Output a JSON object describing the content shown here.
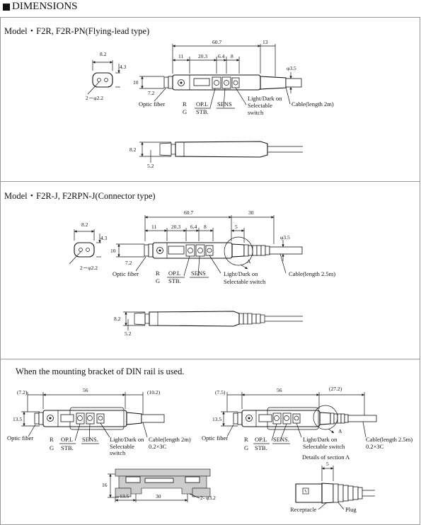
{
  "header": {
    "title": "DIMENSIONS"
  },
  "sec1": {
    "title": "Model・F2R, F2R-PN(Flying-lead type)",
    "dims": {
      "d60_7": "60.7",
      "d13": "13",
      "d11": "11",
      "d20_3": "20.3",
      "d6_4": "6.4",
      "d8": "8",
      "d8_2": "8.2",
      "d4_3": "4.3",
      "d10": "10",
      "d7_2": "7.2",
      "d2phi": "2－φ2.2",
      "dphi35": "φ3.5",
      "d8_2b": "8.2",
      "d5_2": "5.2"
    },
    "labels": {
      "optic": "Optic fiber",
      "r": "R",
      "g": "G",
      "op": "OP.L",
      "stb": "STB.",
      "sens": "SENS",
      "ld1": "Light/Dark on",
      "ld2": "Selectable",
      "ld3": "switch",
      "cable": "Cable(length 2m)"
    }
  },
  "sec2": {
    "title": "Model・F2R-J, F2RPN-J(Connector type)",
    "dims": {
      "d60_7": "60.7",
      "d30": "30",
      "d11": "11",
      "d20_3": "20.3",
      "d6_4": "6.4",
      "d8": "8",
      "d5": "5",
      "d8_2": "8.2",
      "d4_3": "4.3",
      "d10": "10",
      "d7_2": "7.2",
      "d2phi": "2－φ2.2",
      "dphi35": "φ3.5",
      "d8_2b": "8.2",
      "d5_2": "5.2",
      "a": "A"
    },
    "labels": {
      "optic": "Optic fiber",
      "r": "R",
      "g": "G",
      "op": "OP.L",
      "stb": "STB.",
      "sens": "SENS",
      "ld1": "Light/Dark on",
      "ld2": "Selectable switch",
      "cable": "Cable(length 2.5m)"
    }
  },
  "sec3": {
    "title": "When the mounting bracket of DIN rail is used.",
    "left": {
      "dims": {
        "d72": "(7.2)",
        "d56": "56",
        "d102": "(10.2)",
        "d135": "13.5"
      },
      "labels": {
        "optic": "Optic fiber",
        "r": "R",
        "g": "G",
        "op": "OP.L",
        "stb": "STB.",
        "sens": "SENS.",
        "ld1": "Light/Dark on",
        "ld2": "Selectable",
        "ld3": "switch",
        "cable1": "Cable(length 2m)",
        "cable2": "0.2×3C"
      }
    },
    "right": {
      "dims": {
        "d75": "(7.5)",
        "d56": "56",
        "d272": "(27.2)",
        "d135": "13.5",
        "a": "A"
      },
      "labels": {
        "optic": "Optic fiber",
        "r": "R",
        "g": "G",
        "op": "OP.L",
        "stb": "STB.",
        "sens": "SENS.",
        "ld1": "Light/Dark on",
        "ld2": "Selectable switch",
        "cable1": "Cable(length 2.5m)",
        "cable2": "0.2×3C"
      }
    },
    "bracket": {
      "d16": "16",
      "d135": "13.5",
      "d30": "30",
      "d2phi": "2- φ3.2"
    },
    "detail": {
      "title": "Details of section A",
      "d5": "5",
      "receptacle": "Receptacle",
      "plug": "Plug"
    }
  }
}
